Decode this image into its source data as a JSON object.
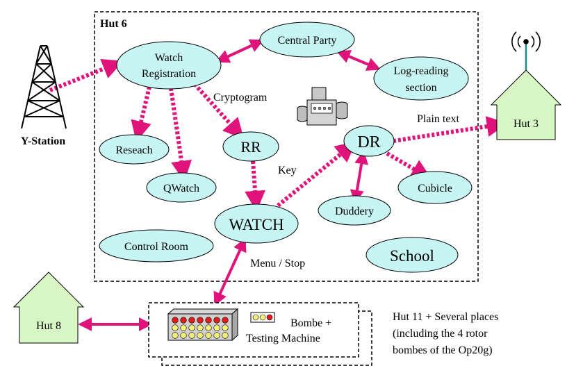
{
  "colors": {
    "node_fill": "#c6f5f3",
    "node_stroke": "#000000",
    "arrow": "#e0137a",
    "house_fill": "#d7f7c4",
    "station": "#000000"
  },
  "hut6": {
    "label": "Hut 6"
  },
  "nodes": {
    "watch_registration": {
      "line1": "Watch",
      "line2": "Registration"
    },
    "central_party": {
      "label": "Central Party"
    },
    "log_reading": {
      "line1": "Log-reading",
      "line2": "section"
    },
    "reseach": {
      "label": "Reseach"
    },
    "rr": {
      "label": "RR"
    },
    "dr": {
      "label": "DR"
    },
    "qwatch": {
      "label": "QWatch"
    },
    "watch": {
      "label": "WATCH"
    },
    "cubicle": {
      "label": "Cubicle"
    },
    "duddery": {
      "label": "Duddery"
    },
    "control_room": {
      "label": "Control Room"
    },
    "school": {
      "label": "School"
    }
  },
  "edge_labels": {
    "cryptogram": "Cryptogram",
    "key": "Key",
    "plain_text": "Plain text",
    "menu_stop": "Menu / Stop"
  },
  "y_station": {
    "label": "Y-Station"
  },
  "huts": {
    "hut3": {
      "label": "Hut 3"
    },
    "hut8": {
      "label": "Hut 8"
    }
  },
  "bombe": {
    "line1": "Bombe +",
    "line2": "Testing Machine"
  },
  "hut11_note": {
    "line1": "Hut 11 + Several places",
    "line2": "(including the 4 rotor",
    "line3": "bombes of the Op20g)"
  }
}
